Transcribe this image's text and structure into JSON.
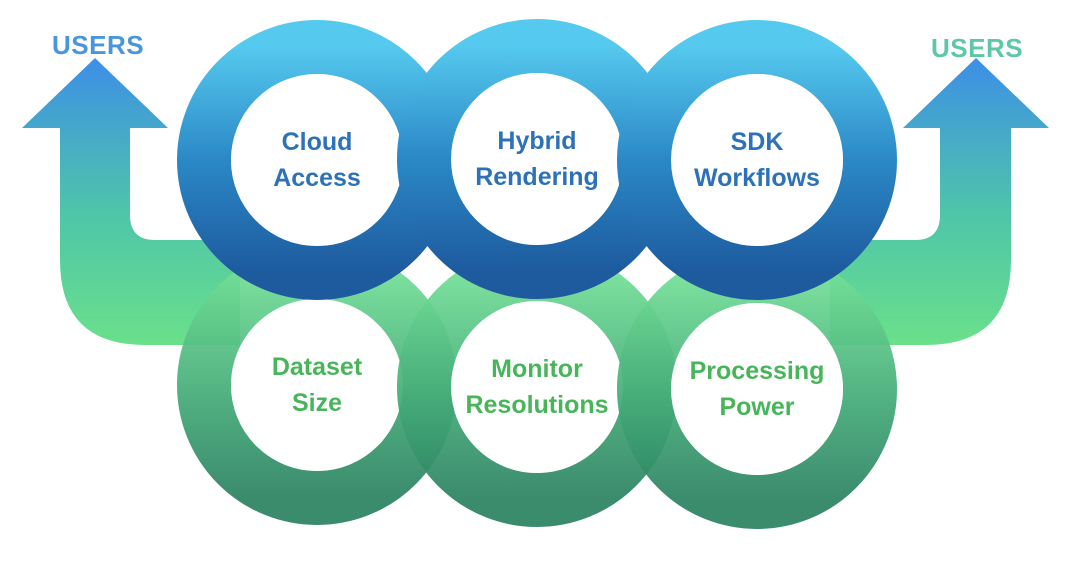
{
  "users_left": {
    "label": "USERS",
    "color": "#4a96dd"
  },
  "users_right": {
    "label": "USERS",
    "color": "#5ec7a6"
  },
  "colors": {
    "blue_ring_light": "#4cc4ea",
    "blue_ring_dark": "#1f5fa3",
    "green_ring_light": "#6ddb91",
    "green_ring_dark": "#2f8a67",
    "arrow_top": "#3d8fe6",
    "arrow_bottom": "#66e08a",
    "blue_text": "#2d72b8",
    "green_text": "#48b55a"
  },
  "rings": [
    {
      "line1": "Cloud",
      "line2": "Access",
      "row": "top"
    },
    {
      "line1": "Hybrid",
      "line2": "Rendering",
      "row": "top"
    },
    {
      "line1": "SDK",
      "line2": "Workflows",
      "row": "top"
    },
    {
      "line1": "Dataset",
      "line2": "Size",
      "row": "bottom"
    },
    {
      "line1": "Monitor",
      "line2": "Resolutions",
      "row": "bottom"
    },
    {
      "line1": "Processing",
      "line2": "Power",
      "row": "bottom"
    }
  ]
}
